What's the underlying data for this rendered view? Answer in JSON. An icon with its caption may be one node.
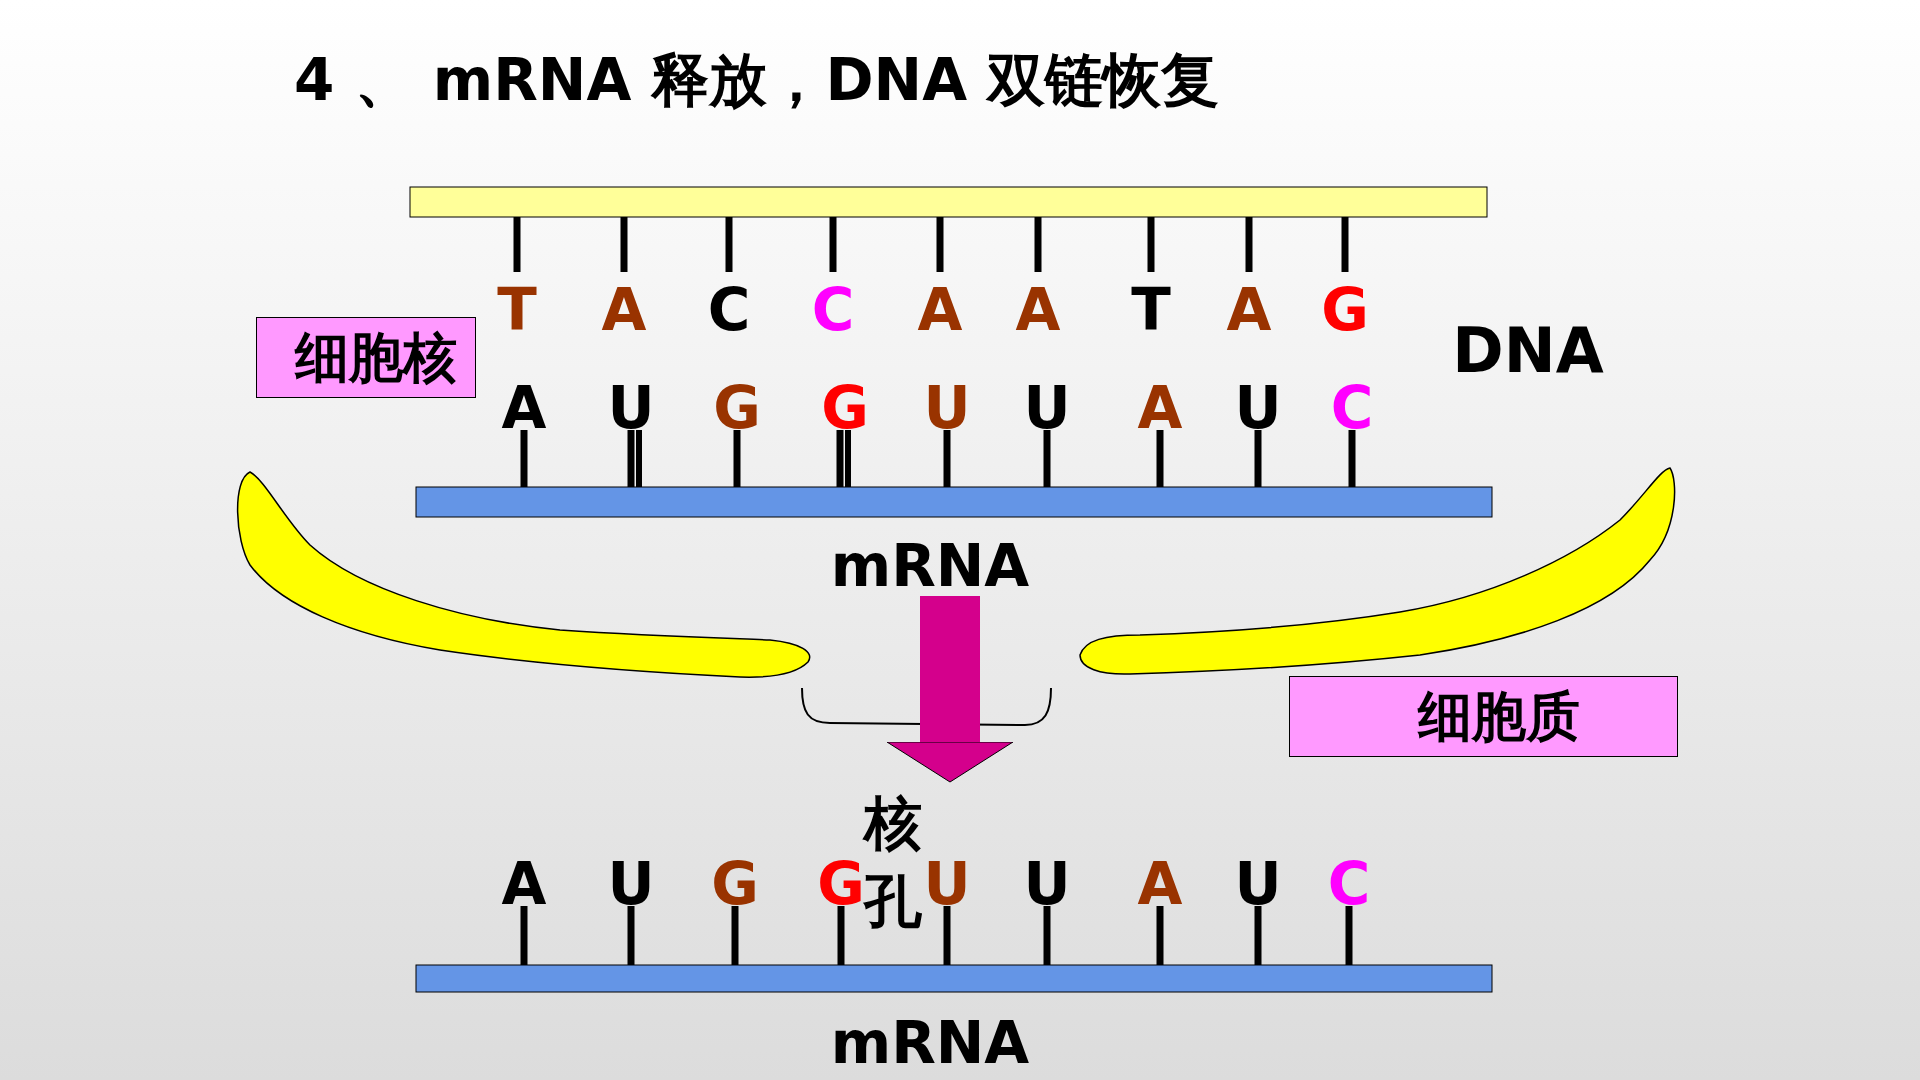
{
  "diagram": {
    "title": "4 、 mRNA 释放，DNA 双链恢复",
    "nodes": [
      {
        "text": [
          "细胞核"
        ]
      },
      {
        "text": [
          "细胞质"
        ]
      },
      {
        "text": [
          "mRNA"
        ]
      },
      {
        "text": [
          "核孔"
        ]
      }
    ],
    "edges": [
      {
        "from": 2,
        "to": 3,
        "arrow": "to",
        "color": "#d4008c"
      }
    ],
    "labels": [
      "T",
      "A",
      "C",
      "C",
      "A",
      "A",
      "T",
      "A",
      "G",
      "DNA",
      "A",
      "U",
      "G",
      "G",
      "U",
      "U",
      "A",
      "U",
      "C",
      "A",
      "U",
      "G",
      "G",
      "U",
      "U",
      "A",
      "U",
      "C",
      "mRNA"
    ]
  }
}
